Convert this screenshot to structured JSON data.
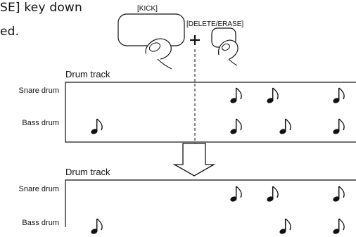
{
  "instruction_fragment": {
    "line1": "SE] key down",
    "line2": "ed."
  },
  "keys": {
    "kick_label": "[KICK]",
    "delete_erase_label": "[DELETE/ERASE]",
    "plus_symbol": "+"
  },
  "before": {
    "track_title": "Drum track",
    "rows": [
      {
        "label": "Snare drum",
        "notes": [
          2,
          3,
          5
        ]
      },
      {
        "label": "Bass drum",
        "notes": [
          0,
          2,
          4,
          5
        ]
      }
    ]
  },
  "after": {
    "track_title": "Drum track",
    "rows": [
      {
        "label": "Snare drum",
        "notes": [
          2,
          3,
          5
        ]
      },
      {
        "label": "Bass drum",
        "notes": [
          0,
          4,
          5
        ]
      }
    ]
  },
  "icons": {
    "note": "eighth-note-icon",
    "finger": "finger-press-icon",
    "arrow": "down-arrow-icon"
  },
  "colors": {
    "ink": "#111111",
    "background": "#ffffff"
  }
}
